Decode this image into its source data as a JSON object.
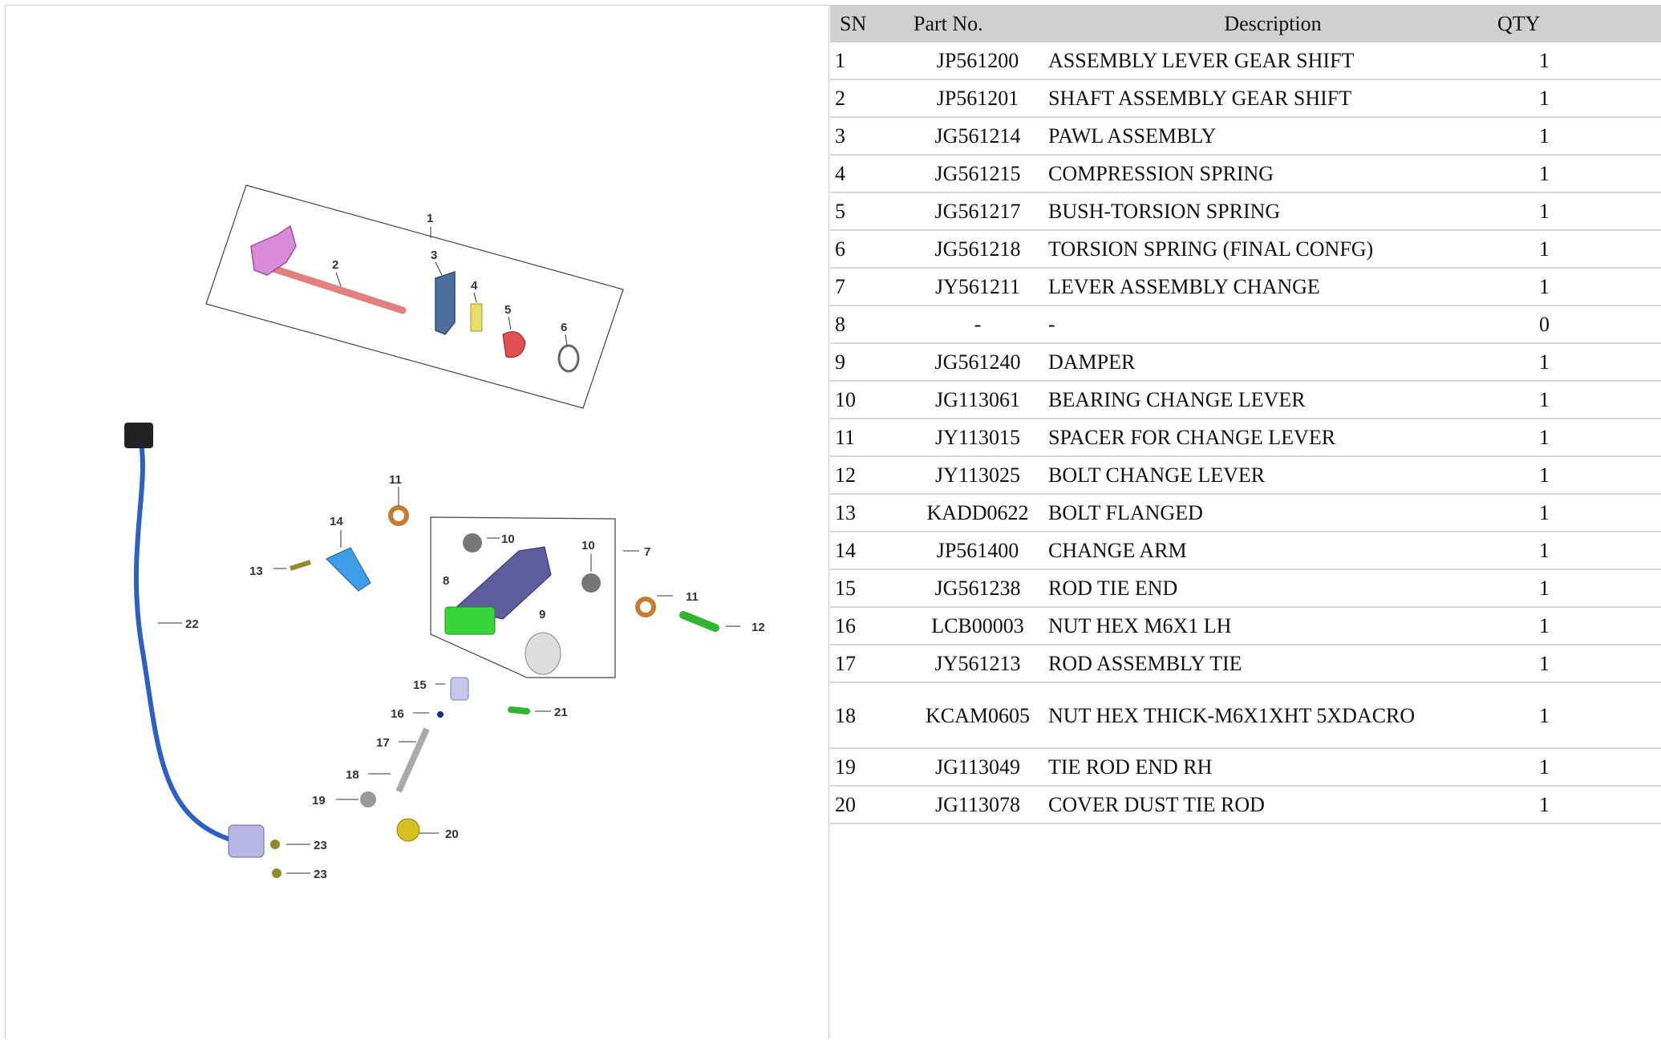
{
  "diagram": {
    "callouts": [
      "1",
      "2",
      "3",
      "4",
      "5",
      "6",
      "7",
      "8",
      "9",
      "10",
      "10",
      "11",
      "11",
      "12",
      "13",
      "14",
      "15",
      "16",
      "17",
      "18",
      "19",
      "20",
      "21",
      "22",
      "23",
      "23"
    ]
  },
  "table": {
    "headers": {
      "sn": "SN",
      "part_no": "Part No.",
      "description": "Description",
      "qty": "QTY"
    },
    "rows": [
      {
        "sn": "1",
        "part_no": "JP561200",
        "description": "ASSEMBLY LEVER GEAR SHIFT",
        "qty": "1"
      },
      {
        "sn": "2",
        "part_no": "JP561201",
        "description": "SHAFT ASSEMBLY GEAR SHIFT",
        "qty": "1"
      },
      {
        "sn": "3",
        "part_no": "JG561214",
        "description": "PAWL ASSEMBLY",
        "qty": "1"
      },
      {
        "sn": "4",
        "part_no": "JG561215",
        "description": "COMPRESSION SPRING",
        "qty": "1"
      },
      {
        "sn": "5",
        "part_no": "JG561217",
        "description": "BUSH-TORSION SPRING",
        "qty": "1"
      },
      {
        "sn": "6",
        "part_no": "JG561218",
        "description": "TORSION SPRING (FINAL CONFG)",
        "qty": "1"
      },
      {
        "sn": "7",
        "part_no": "JY561211",
        "description": "LEVER ASSEMBLY CHANGE",
        "qty": "1"
      },
      {
        "sn": "8",
        "part_no": "-",
        "description": "-",
        "qty": "0"
      },
      {
        "sn": "9",
        "part_no": "JG561240",
        "description": "DAMPER",
        "qty": "1"
      },
      {
        "sn": "10",
        "part_no": "JG113061",
        "description": "BEARING CHANGE LEVER",
        "qty": "1"
      },
      {
        "sn": "11",
        "part_no": "JY113015",
        "description": "SPACER FOR CHANGE LEVER",
        "qty": "1"
      },
      {
        "sn": "12",
        "part_no": "JY113025",
        "description": "BOLT CHANGE LEVER",
        "qty": "1"
      },
      {
        "sn": "13",
        "part_no": "KADD0622",
        "description": "BOLT FLANGED",
        "qty": "1"
      },
      {
        "sn": "14",
        "part_no": "JP561400",
        "description": "CHANGE ARM",
        "qty": "1"
      },
      {
        "sn": "15",
        "part_no": "JG561238",
        "description": "ROD TIE END",
        "qty": "1"
      },
      {
        "sn": "16",
        "part_no": "LCB00003",
        "description": "NUT HEX M6X1 LH",
        "qty": "1"
      },
      {
        "sn": "17",
        "part_no": "JY561213",
        "description": "ROD ASSEMBLY TIE",
        "qty": "1"
      },
      {
        "sn": "18",
        "part_no": "KCAM0605",
        "description": "NUT HEX THICK-M6X1XHT 5XDACRO",
        "qty": "1"
      },
      {
        "sn": "19",
        "part_no": "JG113049",
        "description": "TIE ROD END RH",
        "qty": "1"
      },
      {
        "sn": "20",
        "part_no": "JG113078",
        "description": "COVER DUST TIE ROD",
        "qty": "1"
      }
    ]
  }
}
